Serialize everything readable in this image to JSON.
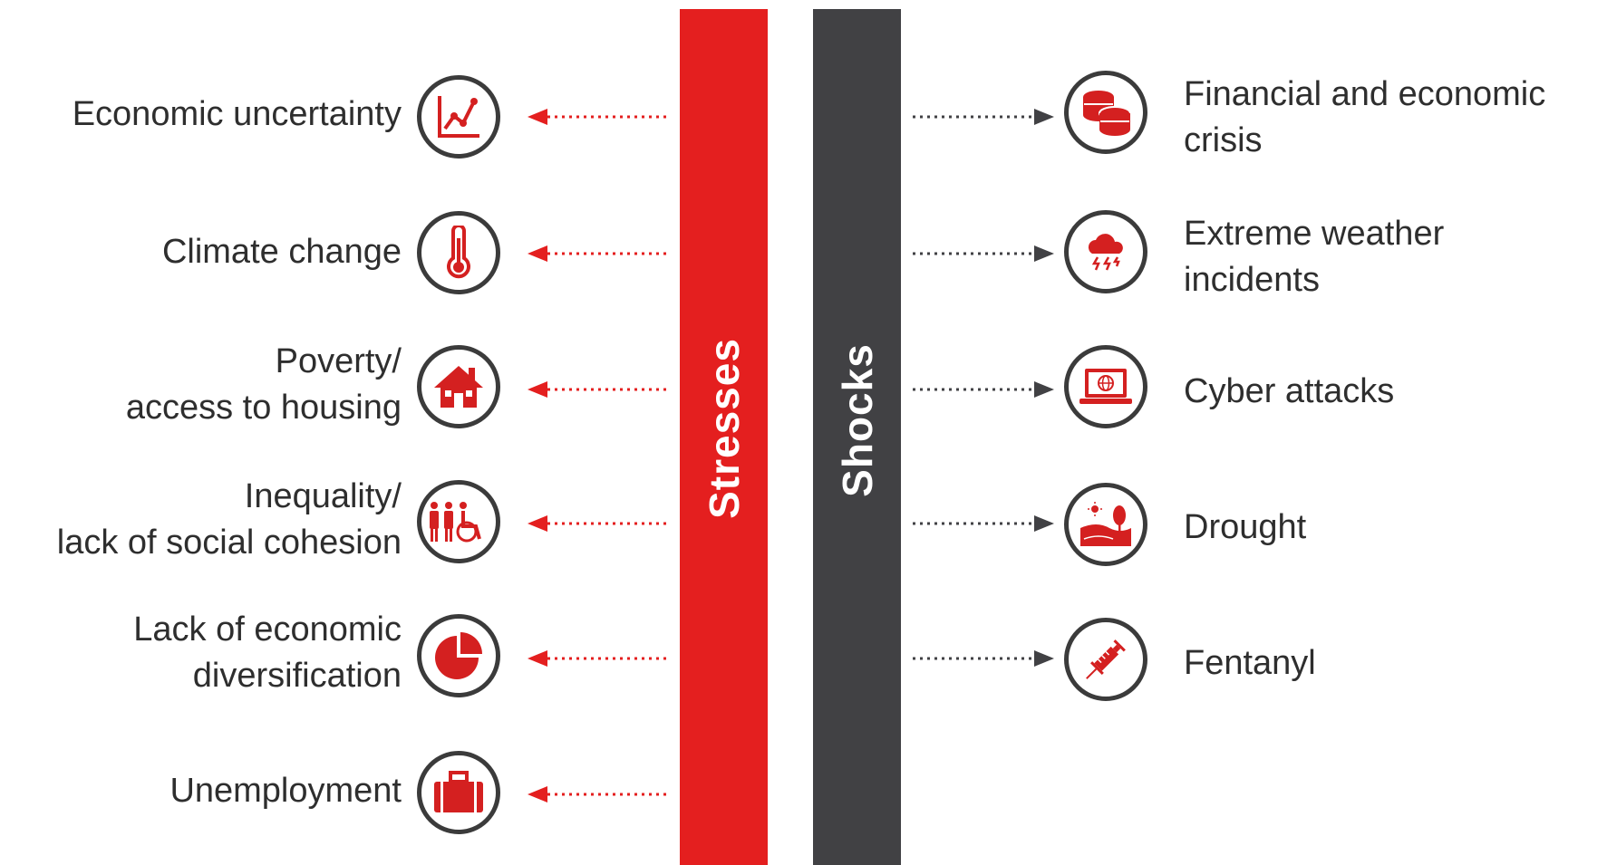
{
  "diagram": {
    "stresses_label": "Stresses",
    "shocks_label": "Shocks",
    "stresses": [
      {
        "label_lines": [
          "Economic uncertainty"
        ],
        "icon": "line-chart-icon"
      },
      {
        "label_lines": [
          "Climate change"
        ],
        "icon": "thermometer-icon"
      },
      {
        "label_lines": [
          "Poverty/",
          "access to housing"
        ],
        "icon": "house-icon"
      },
      {
        "label_lines": [
          "Inequality/",
          "lack of social cohesion"
        ],
        "icon": "people-wheelchair-icon"
      },
      {
        "label_lines": [
          "Lack of economic",
          "diversification"
        ],
        "icon": "pie-chart-icon"
      },
      {
        "label_lines": [
          "Unemployment"
        ],
        "icon": "briefcase-icon"
      }
    ],
    "shocks": [
      {
        "label_lines": [
          "Financial and economic",
          "crisis"
        ],
        "icon": "coins-icon"
      },
      {
        "label_lines": [
          "Extreme weather",
          "incidents"
        ],
        "icon": "storm-cloud-icon"
      },
      {
        "label_lines": [
          "Cyber attacks"
        ],
        "icon": "laptop-globe-icon"
      },
      {
        "label_lines": [
          "Drought"
        ],
        "icon": "drought-landscape-icon"
      },
      {
        "label_lines": [
          "Fentanyl"
        ],
        "icon": "syringe-icon"
      }
    ],
    "colors": {
      "stress": "#e41f1f",
      "shock": "#414144",
      "icon_red": "#d42020",
      "text": "#2e2e2e"
    }
  }
}
